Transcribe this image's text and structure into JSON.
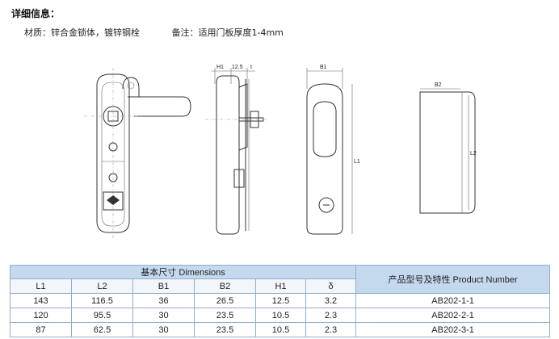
{
  "header": {
    "title": "详细信息：",
    "material": "材质：锌合金锁体，镀锌钢栓",
    "note": "备注：适用门板厚度1-4mm"
  },
  "drawing": {
    "labels": {
      "h1": "H1",
      "dim_12_5": "12.5",
      "delta": "t",
      "b1": "B1",
      "b2": "B2",
      "l1": "L1",
      "l2": "L2"
    }
  },
  "table": {
    "group_header_dimensions": "基本尺寸 Dimensions",
    "group_header_product": "产品型号及特性 Product Number",
    "columns": [
      "L1",
      "L2",
      "B1",
      "B2",
      "H1",
      "δ"
    ],
    "rows": [
      {
        "cells": [
          "143",
          "116.5",
          "36",
          "26.5",
          "12.5",
          "3.2"
        ],
        "product": "AB202-1-1"
      },
      {
        "cells": [
          "120",
          "95.5",
          "30",
          "23.5",
          "10.5",
          "2.3"
        ],
        "product": "AB202-2-1"
      },
      {
        "cells": [
          "87",
          "62.5",
          "30",
          "23.5",
          "10.5",
          "2.3"
        ],
        "product": "AB202-3-1"
      }
    ]
  }
}
